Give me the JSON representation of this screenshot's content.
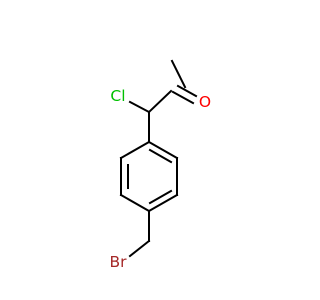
{
  "molecule": {
    "atoms": [
      {
        "id": "cl",
        "symbol": "Cl",
        "color": "#00c000"
      },
      {
        "id": "o",
        "symbol": "O",
        "color": "#ff0000"
      },
      {
        "id": "br",
        "symbol": "Br",
        "color": "#a52828"
      }
    ]
  }
}
